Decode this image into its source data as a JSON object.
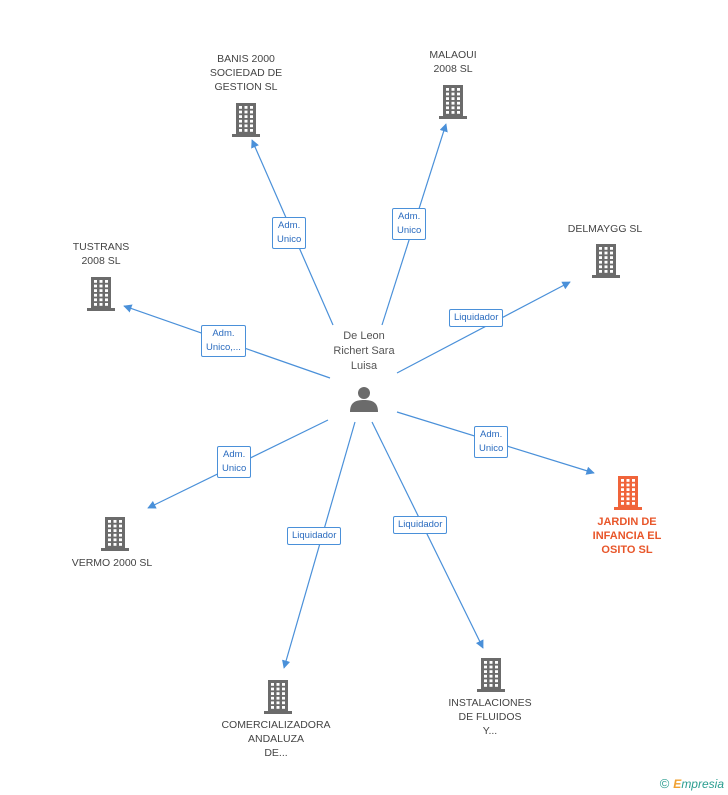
{
  "person": {
    "name_lines": [
      "De Leon",
      "Richert Sara",
      "Luisa"
    ],
    "icon": "person-icon"
  },
  "companies": [
    {
      "id": "banis",
      "lines": [
        "BANIS 2000",
        "SOCIEDAD DE",
        "GESTION SL"
      ],
      "role": [
        "Adm.",
        "Unico"
      ],
      "highlight": false
    },
    {
      "id": "malaoui",
      "lines": [
        "MALAOUI",
        "2008 SL"
      ],
      "role": [
        "Adm.",
        "Unico"
      ],
      "highlight": false
    },
    {
      "id": "delmaygg",
      "lines": [
        "DELMAYGG SL"
      ],
      "role": [
        "Liquidador"
      ],
      "highlight": false
    },
    {
      "id": "tustrans",
      "lines": [
        "TUSTRANS",
        "2008 SL"
      ],
      "role": [
        "Adm.",
        "Unico,..."
      ],
      "highlight": false
    },
    {
      "id": "jardin",
      "lines": [
        "JARDIN DE",
        "INFANCIA EL",
        "OSITO SL"
      ],
      "role": [
        "Adm.",
        "Unico"
      ],
      "highlight": true
    },
    {
      "id": "vermo",
      "lines": [
        "VERMO 2000 SL"
      ],
      "role": [
        "Adm.",
        "Unico"
      ],
      "highlight": false
    },
    {
      "id": "comercializadora",
      "lines": [
        "COMERCIALIZADORA",
        "ANDALUZA",
        "DE..."
      ],
      "role": [
        "Liquidador"
      ],
      "highlight": false
    },
    {
      "id": "instalaciones",
      "lines": [
        "INSTALACIONES",
        "DE FLUIDOS",
        "Y..."
      ],
      "role": [
        "Liquidador"
      ],
      "highlight": false
    }
  ],
  "colors": {
    "edge": "#4a90d9",
    "building": "#6b6b6b",
    "highlight": "#f0643a"
  },
  "brand": {
    "copyright": "©",
    "first_letter": "E",
    "rest": "mpresia"
  }
}
